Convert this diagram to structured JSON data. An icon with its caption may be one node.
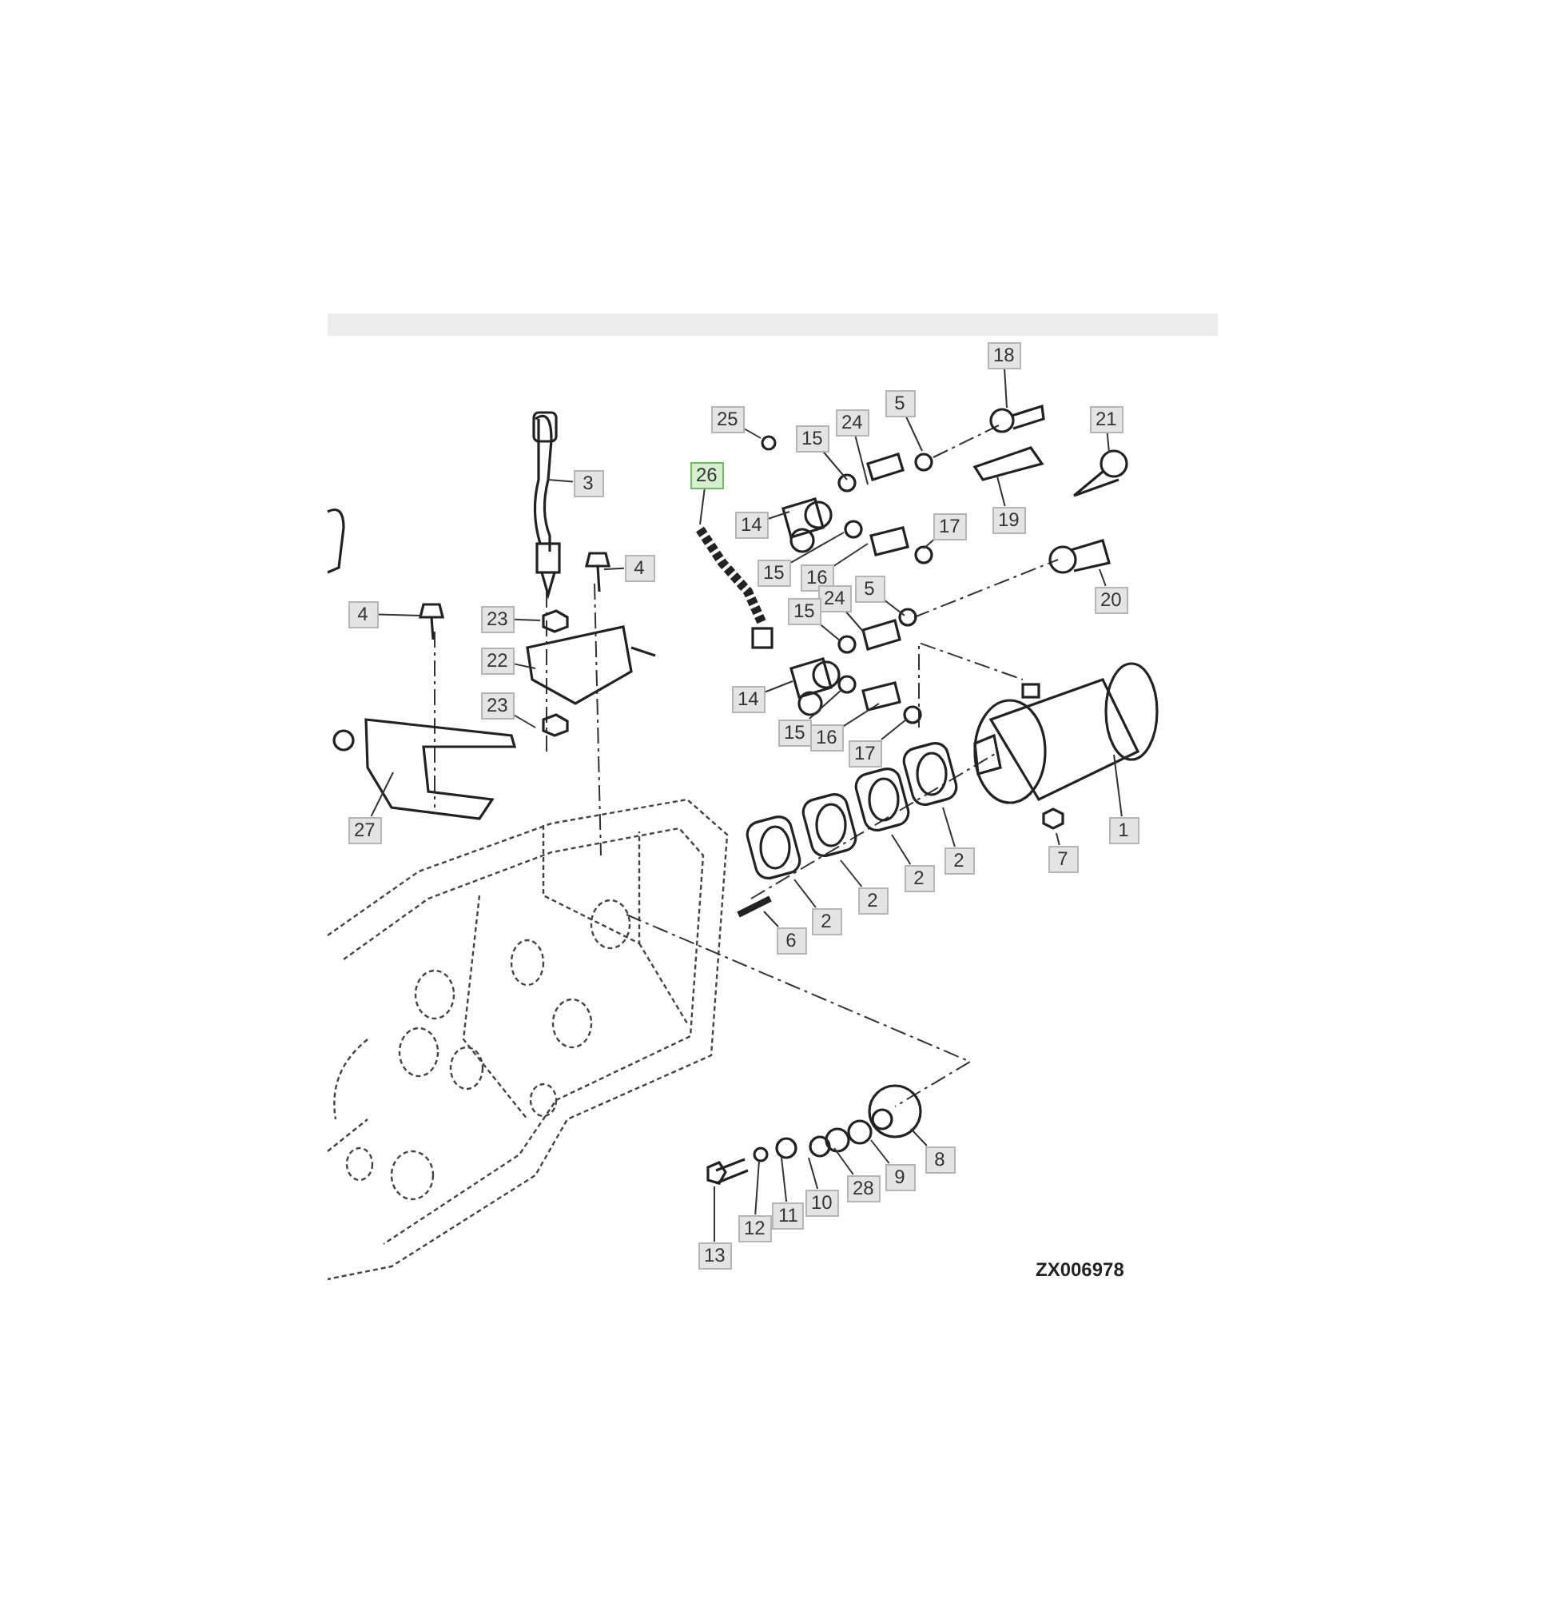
{
  "diagram": {
    "nodes": [
      {
        "text": [
          "18"
        ]
      },
      {
        "text": [
          "21"
        ]
      },
      {
        "text": [
          "25"
        ]
      },
      {
        "text": [
          "15"
        ]
      },
      {
        "text": [
          "24"
        ]
      },
      {
        "text": [
          "5"
        ]
      },
      {
        "text": [
          "26"
        ]
      },
      {
        "text": [
          "3"
        ]
      },
      {
        "text": [
          "14"
        ]
      },
      {
        "text": [
          "19"
        ]
      },
      {
        "text": [
          "17"
        ]
      },
      {
        "text": [
          "4"
        ]
      },
      {
        "text": [
          "15"
        ]
      },
      {
        "text": [
          "16"
        ]
      },
      {
        "text": [
          "20"
        ]
      },
      {
        "text": [
          "24"
        ]
      },
      {
        "text": [
          "5"
        ]
      },
      {
        "text": [
          "15"
        ]
      },
      {
        "text": [
          "4"
        ]
      },
      {
        "text": [
          "23"
        ]
      },
      {
        "text": [
          "22"
        ]
      },
      {
        "text": [
          "23"
        ]
      },
      {
        "text": [
          "14"
        ]
      },
      {
        "text": [
          "15"
        ]
      },
      {
        "text": [
          "16"
        ]
      },
      {
        "text": [
          "17"
        ]
      },
      {
        "text": [
          "27"
        ]
      },
      {
        "text": [
          "1"
        ]
      },
      {
        "text": [
          "7"
        ]
      },
      {
        "text": [
          "2"
        ]
      },
      {
        "text": [
          "2"
        ]
      },
      {
        "text": [
          "2"
        ]
      },
      {
        "text": [
          "2"
        ]
      },
      {
        "text": [
          "6"
        ]
      },
      {
        "text": [
          "8"
        ]
      },
      {
        "text": [
          "9"
        ]
      },
      {
        "text": [
          "28"
        ]
      },
      {
        "text": [
          "10"
        ]
      },
      {
        "text": [
          "11"
        ]
      },
      {
        "text": [
          "12"
        ]
      },
      {
        "text": [
          "13"
        ]
      }
    ],
    "edges": [
      {
        "from": 0,
        "to": null,
        "arrow": "none"
      },
      {
        "from": 1,
        "to": null,
        "arrow": "none"
      },
      {
        "from": 2,
        "to": null,
        "arrow": "none"
      },
      {
        "from": 3,
        "to": null,
        "arrow": "none"
      },
      {
        "from": 4,
        "to": null,
        "arrow": "none"
      },
      {
        "from": 5,
        "to": null,
        "arrow": "none"
      },
      {
        "from": 6,
        "to": null,
        "arrow": "none"
      },
      {
        "from": 7,
        "to": null,
        "arrow": "none"
      },
      {
        "from": 8,
        "to": null,
        "arrow": "none"
      },
      {
        "from": 9,
        "to": null,
        "arrow": "none"
      },
      {
        "from": 10,
        "to": null,
        "arrow": "none"
      },
      {
        "from": 11,
        "to": null,
        "arrow": "none"
      },
      {
        "from": 12,
        "to": null,
        "arrow": "none"
      },
      {
        "from": 13,
        "to": null,
        "arrow": "none"
      },
      {
        "from": 14,
        "to": null,
        "arrow": "none"
      },
      {
        "from": 15,
        "to": null,
        "arrow": "none"
      },
      {
        "from": 16,
        "to": null,
        "arrow": "none"
      },
      {
        "from": 17,
        "to": null,
        "arrow": "none"
      },
      {
        "from": 18,
        "to": null,
        "arrow": "none"
      },
      {
        "from": 19,
        "to": null,
        "arrow": "none"
      },
      {
        "from": 20,
        "to": null,
        "arrow": "none"
      },
      {
        "from": 21,
        "to": null,
        "arrow": "none"
      },
      {
        "from": 22,
        "to": null,
        "arrow": "none"
      },
      {
        "from": 23,
        "to": null,
        "arrow": "none"
      },
      {
        "from": 24,
        "to": null,
        "arrow": "none"
      },
      {
        "from": 25,
        "to": null,
        "arrow": "none"
      },
      {
        "from": 26,
        "to": null,
        "arrow": "none"
      },
      {
        "from": 27,
        "to": null,
        "arrow": "none"
      },
      {
        "from": 28,
        "to": null,
        "arrow": "none"
      },
      {
        "from": 29,
        "to": null,
        "arrow": "none"
      },
      {
        "from": 30,
        "to": null,
        "arrow": "none"
      },
      {
        "from": 31,
        "to": null,
        "arrow": "none"
      },
      {
        "from": 32,
        "to": null,
        "arrow": "none"
      },
      {
        "from": 33,
        "to": null,
        "arrow": "none"
      },
      {
        "from": 34,
        "to": null,
        "arrow": "none"
      },
      {
        "from": 35,
        "to": null,
        "arrow": "none"
      },
      {
        "from": 36,
        "to": null,
        "arrow": "none"
      },
      {
        "from": 37,
        "to": null,
        "arrow": "none"
      },
      {
        "from": 38,
        "to": null,
        "arrow": "none"
      },
      {
        "from": 39,
        "to": null,
        "arrow": "none"
      },
      {
        "from": 40,
        "to": null,
        "arrow": "none"
      }
    ],
    "labels": [
      "ZX006978"
    ]
  }
}
